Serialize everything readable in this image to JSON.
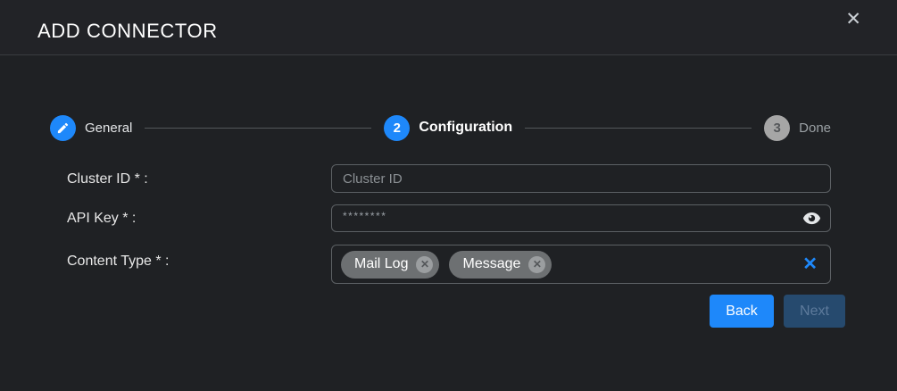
{
  "dialog": {
    "title": "ADD CONNECTOR",
    "close_icon": "✕"
  },
  "stepper": {
    "steps": [
      {
        "number": "1",
        "label": "General",
        "state": "completed",
        "icon": "pencil-icon"
      },
      {
        "number": "2",
        "label": "Configuration",
        "state": "active"
      },
      {
        "number": "3",
        "label": "Done",
        "state": "pending"
      }
    ]
  },
  "form": {
    "cluster_id": {
      "label": "Cluster ID * :",
      "placeholder": "Cluster ID",
      "value": ""
    },
    "api_key": {
      "label": "API Key * :",
      "value": "********",
      "masked": true,
      "toggle_icon": "eye-icon"
    },
    "content_type": {
      "label": "Content Type * :",
      "tags": [
        {
          "label": "Mail Log",
          "remove_icon": "✕"
        },
        {
          "label": "Message",
          "remove_icon": "✕"
        }
      ],
      "clear_icon": "✕"
    }
  },
  "buttons": {
    "back": "Back",
    "next": "Next",
    "next_disabled": true
  },
  "colors": {
    "accent": "#1e88fa",
    "background": "#1f2124",
    "header_background": "#222327",
    "chip_background": "#6d7072",
    "disabled_button": "#264a6e",
    "pending_step": "#a6a6a6"
  }
}
